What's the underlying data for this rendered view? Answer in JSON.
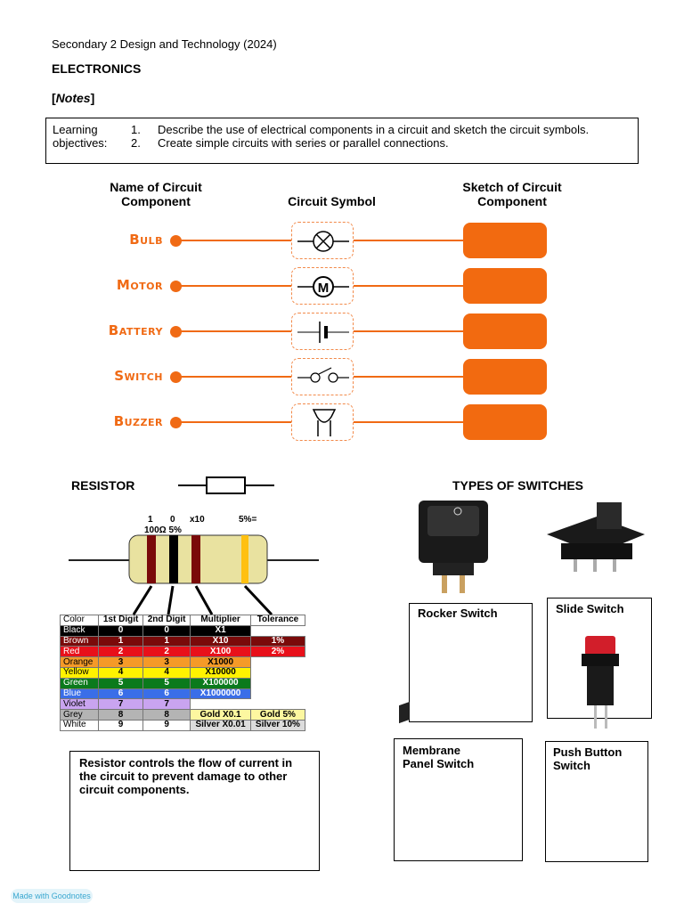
{
  "header": {
    "course": "Secondary 2 Design and Technology (2024)",
    "title": "ELECTRONICS",
    "notes_prefix": "[",
    "notes": "Notes",
    "notes_suffix": "]"
  },
  "objectives": {
    "label": "Learning objectives:",
    "items": [
      {
        "num": "1.",
        "text": "Describe the use of electrical components in a circuit and sketch the circuit symbols."
      },
      {
        "num": "2.",
        "text": "Create simple circuits with series or parallel connections."
      }
    ]
  },
  "components_chart": {
    "col1": "Name of Circuit Component",
    "col2": "Circuit Symbol",
    "col3": "Sketch of Circuit Component",
    "rows": [
      {
        "name": "Bulb",
        "icon": "bulb-symbol"
      },
      {
        "name": "Motor",
        "icon": "motor-symbol",
        "symbol_text": "M"
      },
      {
        "name": "Battery",
        "icon": "battery-symbol"
      },
      {
        "name": "Switch",
        "icon": "switch-symbol"
      },
      {
        "name": "Buzzer",
        "icon": "buzzer-symbol"
      }
    ],
    "accent": "#f06a14"
  },
  "resistor": {
    "title": "RESISTOR",
    "band_labels": [
      "1",
      "0",
      "x10",
      "5%="
    ],
    "value_label": "100Ω 5%",
    "table": {
      "headers": [
        "Color",
        "1st Digit",
        "2nd Digit",
        "Multiplier",
        "Tolerance"
      ],
      "rows": [
        {
          "cells": [
            "Black",
            "0",
            "0",
            "X1",
            ""
          ],
          "bg": "#000000",
          "fg": "#ffffff"
        },
        {
          "cells": [
            "Brown",
            "1",
            "1",
            "X10",
            "1%"
          ],
          "bg": "#7a0a0a",
          "fg": "#ffffff"
        },
        {
          "cells": [
            "Red",
            "2",
            "2",
            "X100",
            "2%"
          ],
          "bg": "#e8101a",
          "fg": "#ffffff"
        },
        {
          "cells": [
            "Orange",
            "3",
            "3",
            "X1000",
            ""
          ],
          "bg": "#f59a28",
          "fg": "#000000"
        },
        {
          "cells": [
            "Yellow",
            "4",
            "4",
            "X10000",
            ""
          ],
          "bg": "#fff200",
          "fg": "#000000"
        },
        {
          "cells": [
            "Green",
            "5",
            "5",
            "X100000",
            ""
          ],
          "bg": "#0b7a1c",
          "fg": "#ffffff"
        },
        {
          "cells": [
            "Blue",
            "6",
            "6",
            "X1000000",
            ""
          ],
          "bg": "#3a6ee8",
          "fg": "#ffffff"
        },
        {
          "cells": [
            "Violet",
            "7",
            "7",
            "",
            ""
          ],
          "bg": "#c9a4f0",
          "fg": "#000000"
        },
        {
          "cells": [
            "Grey",
            "8",
            "8",
            "Gold X0.1",
            "Gold 5%"
          ],
          "bg": "#b4b4b4",
          "fg": "#000000"
        },
        {
          "cells": [
            "White",
            "9",
            "9",
            "Silver X0.01",
            "Silver 10%"
          ],
          "bg": "#ffffff",
          "fg": "#000000"
        }
      ]
    },
    "description": "Resistor controls the flow of current in the circuit to prevent damage to other circuit components."
  },
  "switches": {
    "title": "TYPES OF SWITCHES",
    "rocker": "Rocker Switch",
    "slide": "Slide Switch",
    "membrane": "Membrane Panel Switch",
    "push": "Push Button Switch"
  },
  "watermark": "Made with Goodnotes"
}
